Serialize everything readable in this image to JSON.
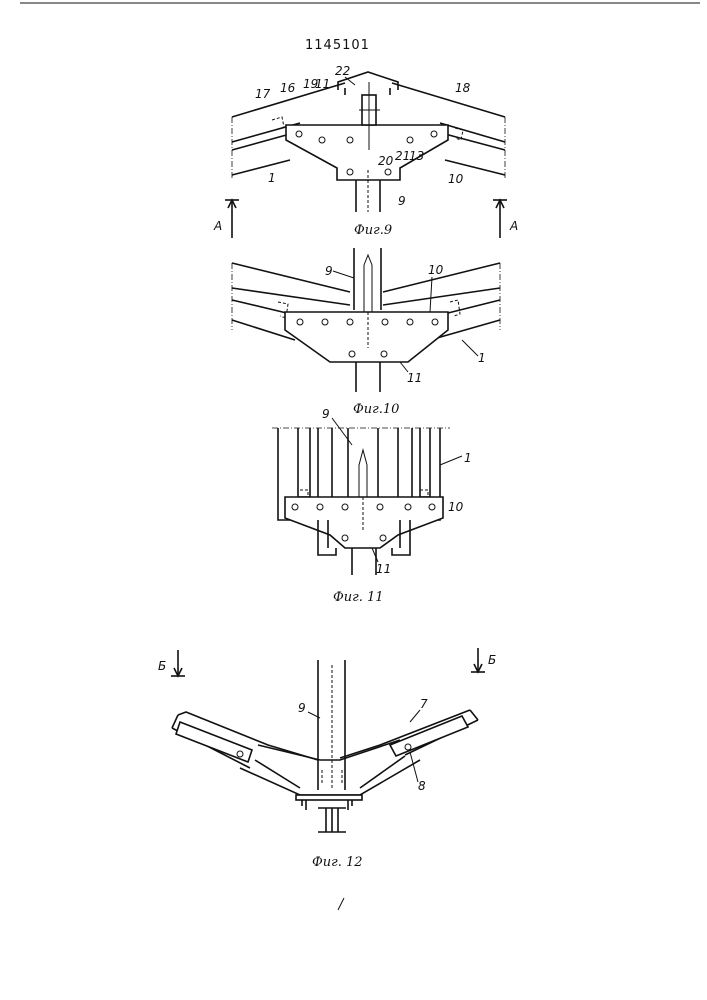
{
  "patent_number": "1145101",
  "figures": [
    {
      "id": "fig9",
      "caption": "Фиг.9",
      "labels": [
        "22",
        "19",
        "11",
        "16",
        "18",
        "17",
        "20",
        "21",
        "13",
        "10",
        "1",
        "9"
      ],
      "section_marks": [
        "А",
        "А"
      ]
    },
    {
      "id": "fig10",
      "caption": "Фиг.10",
      "labels": [
        "9",
        "10",
        "1",
        "11"
      ]
    },
    {
      "id": "fig11",
      "caption": "Фиг. 11",
      "labels": [
        "9",
        "1",
        "10",
        "11"
      ]
    },
    {
      "id": "fig12",
      "caption": "Фиг. 12",
      "labels": [
        "9",
        "7",
        "8"
      ],
      "section_marks": [
        "Б",
        "Б"
      ]
    }
  ]
}
